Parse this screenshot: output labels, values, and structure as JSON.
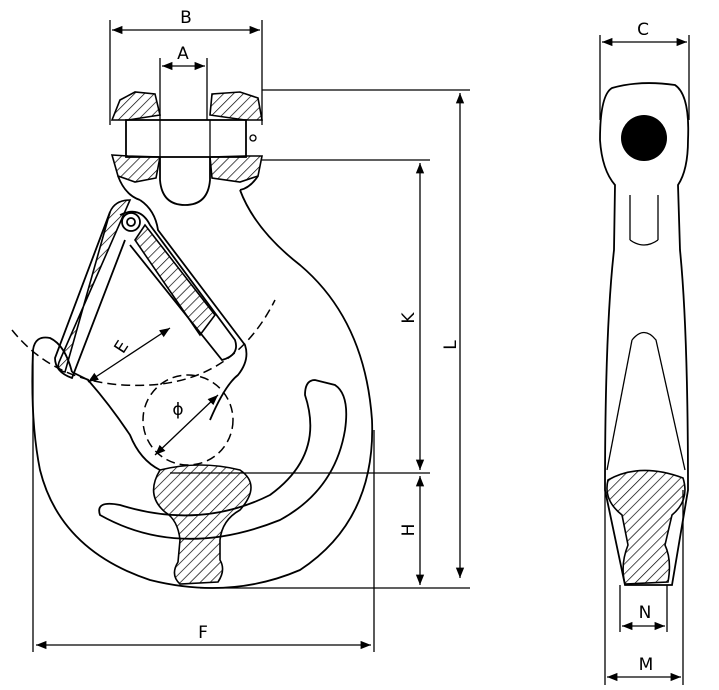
{
  "title": "Clevis safety hook dimension drawing",
  "dimensions": {
    "A": "A",
    "B": "B",
    "C": "C",
    "E": "E",
    "F": "F",
    "H": "H",
    "K": "K",
    "L": "L",
    "M": "M",
    "N": "N",
    "phi": "ϕ"
  },
  "colors": {
    "line": "#000000",
    "background": "#ffffff"
  }
}
